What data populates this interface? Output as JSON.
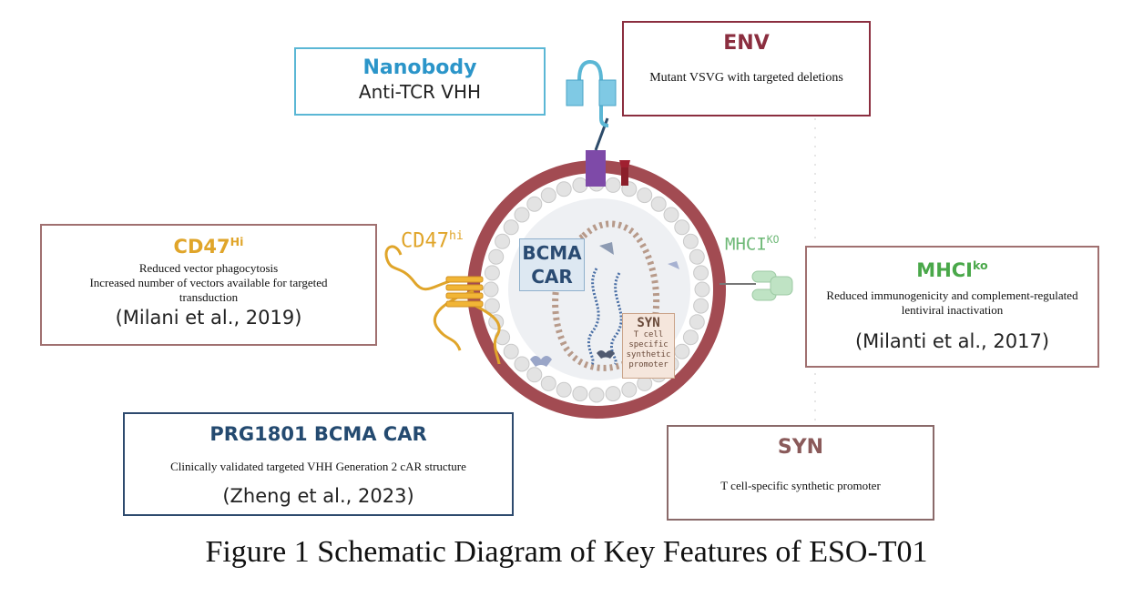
{
  "nanobody": {
    "title": "Nanobody",
    "subtitle": "Anti-TCR VHH"
  },
  "env": {
    "title": "ENV",
    "description": "Mutant VSVG with targeted deletions"
  },
  "cd47": {
    "title": "CD47",
    "title_sup": "Hi",
    "line1": "Reduced vector phagocytosis",
    "line2": "Increased number of vectors available for targeted",
    "line3": "transduction",
    "citation": "(Milani et al., 2019)"
  },
  "mhci": {
    "title": "MHCI",
    "title_sup": "ko",
    "line1": "Reduced immunogenicity and complement-regulated",
    "line2": "lentiviral inactivation",
    "citation": "(Milanti et al., 2017)"
  },
  "prg": {
    "title": "PRG1801 BCMA CAR",
    "description": "Clinically validated targeted VHH Generation 2 cAR structure",
    "citation": "(Zheng et al., 2023)"
  },
  "syn": {
    "title": "SYN",
    "description": "T cell-specific synthetic promoter"
  },
  "diagram": {
    "cd47_label": "CD47",
    "cd47_sup": "hi",
    "mhci_label": "MHCI",
    "mhci_sup": "KO",
    "bcma_line1": "BCMA",
    "bcma_line2": "CAR",
    "syn_label": "SYN",
    "syn_sub1": "T cell",
    "syn_sub2": "specific",
    "syn_sub3": "synthetic",
    "syn_sub4": "promoter"
  },
  "caption": "Figure 1 Schematic Diagram of Key Features of ESO-T01",
  "colors": {
    "nanobody": "#2b95c9",
    "env": "#8b2e3f",
    "cd47": "#e0a52a",
    "mhci": "#4aa84a",
    "prg": "#244a70",
    "syn": "#8a5a5a",
    "virus_ring": "#a24b52"
  }
}
